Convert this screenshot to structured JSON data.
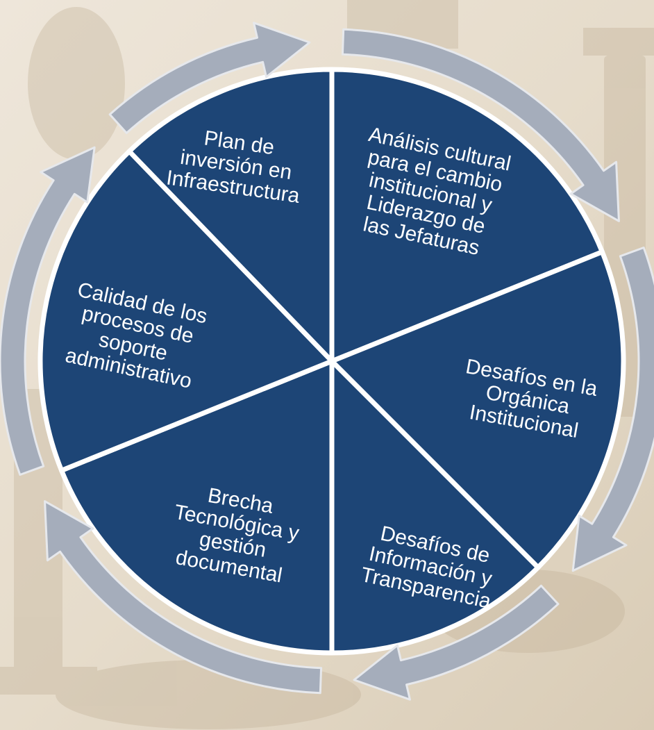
{
  "colors": {
    "segment_fill": "#1d4576",
    "segment_stroke": "#ffffff",
    "arrow_fill": "#a5adbb",
    "arrow_stroke": "#e6e8ec",
    "label_color": "#ffffff"
  },
  "segments": [
    {
      "id": "infraestructura",
      "lines": [
        "Plan de",
        "inversión en",
        "Infraestructura"
      ]
    },
    {
      "id": "analisis-cultural",
      "lines": [
        "Análisis cultural",
        "para el cambio",
        "institucional y",
        "Liderazgo de",
        "las Jefaturas"
      ]
    },
    {
      "id": "organica",
      "lines": [
        "Desafíos en la",
        "Orgánica",
        "Institucional"
      ]
    },
    {
      "id": "informacion",
      "lines": [
        "Desafíos de",
        "Información y",
        "Transparencia"
      ]
    },
    {
      "id": "brecha",
      "lines": [
        "Brecha",
        "Tecnológica y",
        "gestión",
        "documental"
      ]
    },
    {
      "id": "calidad",
      "lines": [
        "Calidad de los",
        "procesos de",
        "soporte",
        "administrativo"
      ]
    }
  ]
}
